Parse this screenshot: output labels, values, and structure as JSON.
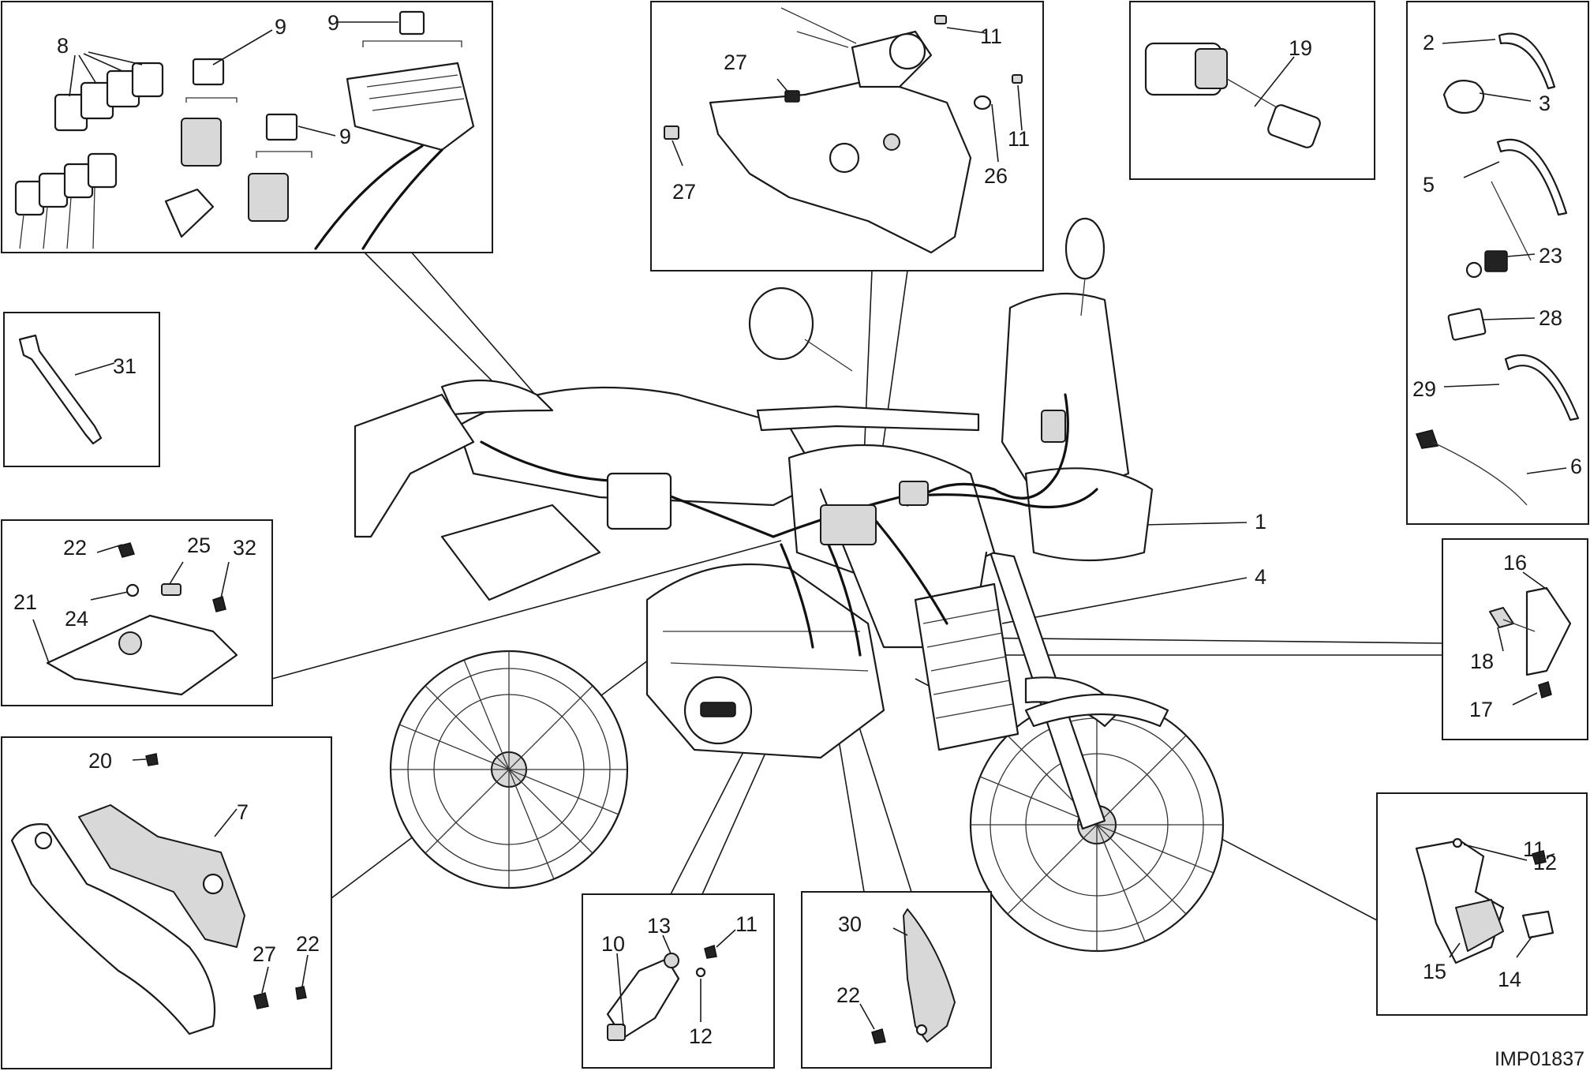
{
  "figure_code": "IMP01837",
  "callouts": [
    {
      "id": "c8",
      "label": "8"
    },
    {
      "id": "c9a",
      "label": "9"
    },
    {
      "id": "c9b",
      "label": "9"
    },
    {
      "id": "c9c",
      "label": "9"
    },
    {
      "id": "c11a",
      "label": "11"
    },
    {
      "id": "c27a",
      "label": "27"
    },
    {
      "id": "c26",
      "label": "26"
    },
    {
      "id": "c11b",
      "label": "11"
    },
    {
      "id": "c27b",
      "label": "27"
    },
    {
      "id": "c19",
      "label": "19"
    },
    {
      "id": "c2",
      "label": "2"
    },
    {
      "id": "c3",
      "label": "3"
    },
    {
      "id": "c5",
      "label": "5"
    },
    {
      "id": "c23",
      "label": "23"
    },
    {
      "id": "c28",
      "label": "28"
    },
    {
      "id": "c29",
      "label": "29"
    },
    {
      "id": "c6",
      "label": "6"
    },
    {
      "id": "c31",
      "label": "31"
    },
    {
      "id": "c22a",
      "label": "22"
    },
    {
      "id": "c25",
      "label": "25"
    },
    {
      "id": "c32",
      "label": "32"
    },
    {
      "id": "c21",
      "label": "21"
    },
    {
      "id": "c24",
      "label": "24"
    },
    {
      "id": "c1",
      "label": "1"
    },
    {
      "id": "c4",
      "label": "4"
    },
    {
      "id": "c16",
      "label": "16"
    },
    {
      "id": "c18",
      "label": "18"
    },
    {
      "id": "c17",
      "label": "17"
    },
    {
      "id": "c20",
      "label": "20"
    },
    {
      "id": "c7",
      "label": "7"
    },
    {
      "id": "c27c",
      "label": "27"
    },
    {
      "id": "c22b",
      "label": "22"
    },
    {
      "id": "c13",
      "label": "13"
    },
    {
      "id": "c11c",
      "label": "11"
    },
    {
      "id": "c10",
      "label": "10"
    },
    {
      "id": "c12a",
      "label": "12"
    },
    {
      "id": "c30",
      "label": "30"
    },
    {
      "id": "c22c",
      "label": "22"
    },
    {
      "id": "c11d",
      "label": "11"
    },
    {
      "id": "c12b",
      "label": "12"
    },
    {
      "id": "c15",
      "label": "15"
    },
    {
      "id": "c14",
      "label": "14"
    }
  ]
}
